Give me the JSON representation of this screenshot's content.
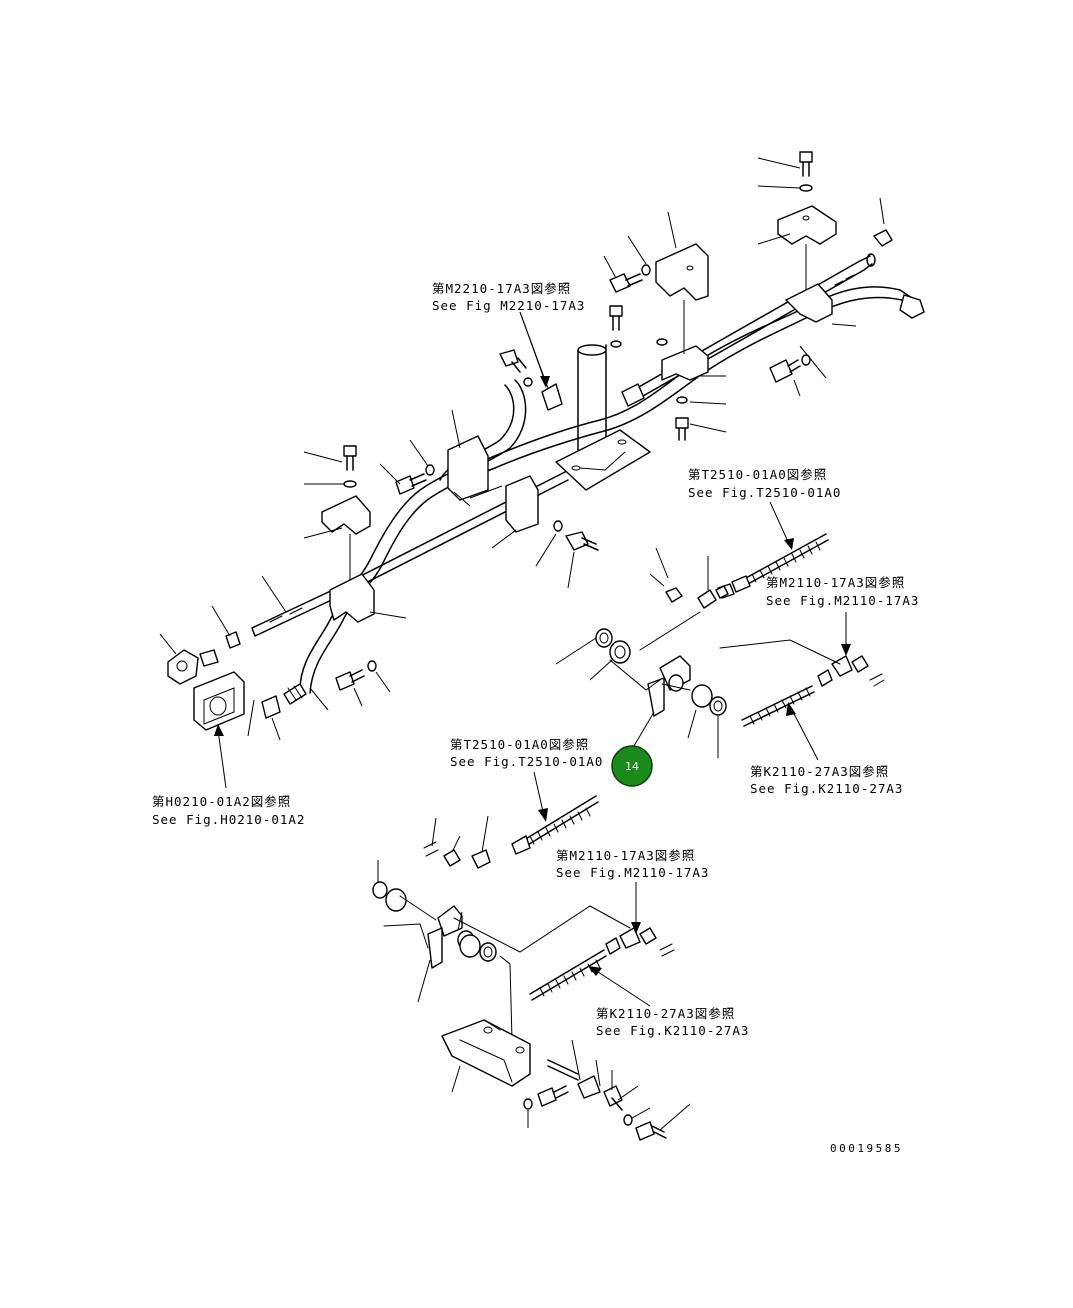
{
  "diagram": {
    "references": [
      {
        "id": "ref-m2210",
        "jp": "第M2210-17A3図参照",
        "en": "See Fig M2210-17A3"
      },
      {
        "id": "ref-t2510-a",
        "jp": "第T2510-01A0図参照",
        "en": "See Fig.T2510-01A0"
      },
      {
        "id": "ref-m2110-a",
        "jp": "第M2110-17A3図参照",
        "en": "See Fig.M2110-17A3"
      },
      {
        "id": "ref-k2110-a",
        "jp": "第K2110-27A3図参照",
        "en": "See Fig.K2110-27A3"
      },
      {
        "id": "ref-t2510-b",
        "jp": "第T2510-01A0図参照",
        "en": "See Fig.T2510-01A0"
      },
      {
        "id": "ref-h0210",
        "jp": "第H0210-01A2図参照",
        "en": "See Fig.H0210-01A2"
      },
      {
        "id": "ref-m2110-b",
        "jp": "第M2110-17A3図参照",
        "en": "See Fig.M2110-17A3"
      },
      {
        "id": "ref-k2110-b",
        "jp": "第K2110-27A3図参照",
        "en": "See Fig.K2110-27A3"
      }
    ],
    "callout": {
      "label": "14",
      "color": "#1a8a1a"
    },
    "document_number": "00019585"
  }
}
